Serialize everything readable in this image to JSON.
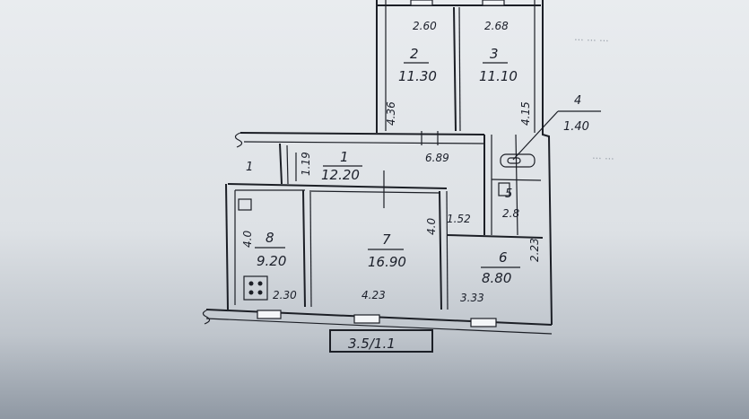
{
  "rooms": [
    {
      "number": "1",
      "area": "12.20"
    },
    {
      "number": "2",
      "area": "11.30"
    },
    {
      "number": "3",
      "area": "11.10"
    },
    {
      "number": "4",
      "area": "1.40"
    },
    {
      "number": "5",
      "area": ""
    },
    {
      "number": "6",
      "area": "8.80"
    },
    {
      "number": "7",
      "area": "16.90"
    },
    {
      "number": "8",
      "area": "9.20"
    }
  ],
  "dimensions": {
    "room2_width": "2.60",
    "room3_width": "2.68",
    "room2_depth": "4.36",
    "room3_depth": "4.15",
    "corridor_length": "6.89",
    "hall_small_depth": "1.19",
    "room7_depth": "4.0",
    "room8_depth": "4.0",
    "room5_width": "1.52",
    "room5_depth": "2.8",
    "room6_depth": "2.23",
    "room8_width": "2.30",
    "room7_width": "4.23",
    "room6_width": "3.33"
  },
  "balcony": {
    "label": "3.5/1.1"
  },
  "labels": {
    "corner_mark": "1"
  }
}
